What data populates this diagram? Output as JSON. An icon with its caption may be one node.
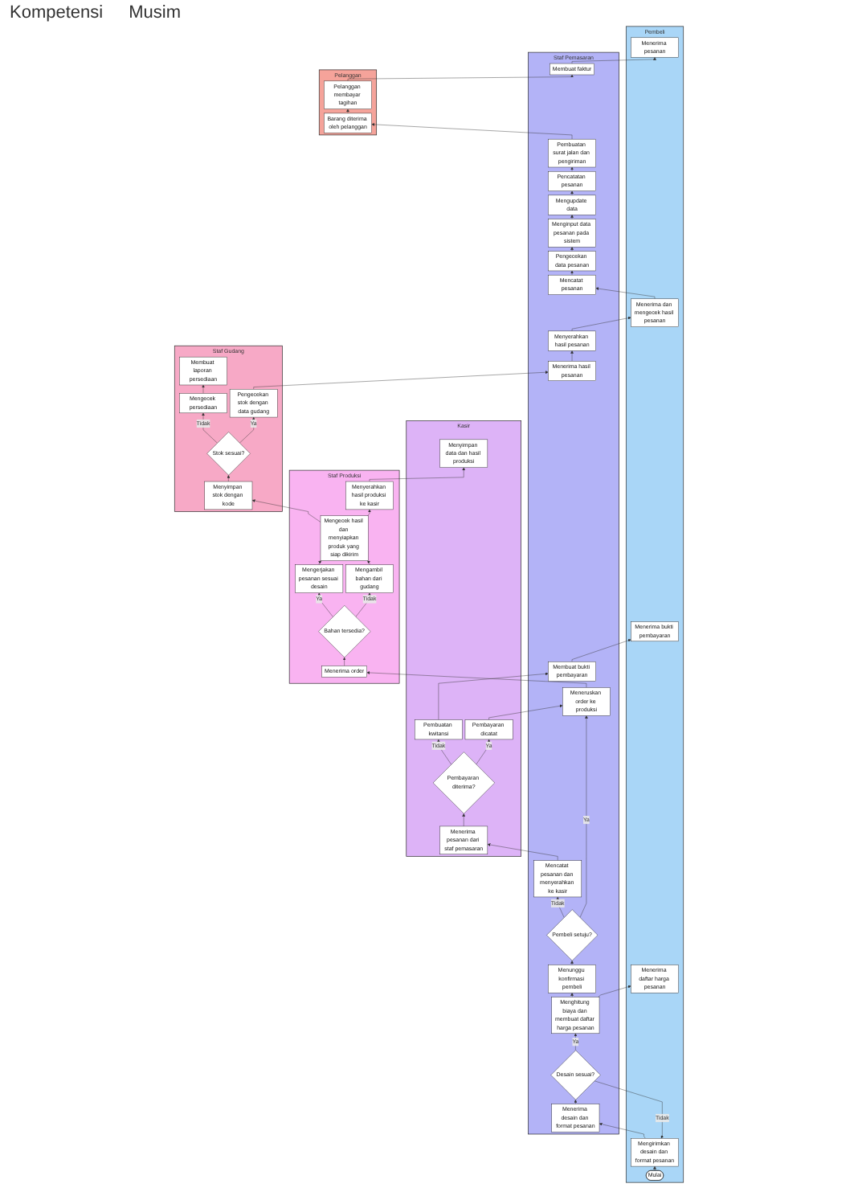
{
  "diagram": {
    "nodes": [
      {
        "text": [
          "Pembeli"
        ]
      },
      {
        "text": [
          "Staf Pemasaran"
        ]
      },
      {
        "text": [
          "Kasir"
        ]
      },
      {
        "text": [
          "Staf Produksi"
        ]
      },
      {
        "text": [
          "Staf Gudang"
        ]
      },
      {
        "text": [
          "Pelanggan"
        ]
      },
      {
        "text": [
          "Mulai"
        ],
        "in": 0
      },
      {
        "text": [
          "Mengirimkan desain dan format pesanan"
        ],
        "in": 0
      },
      {
        "text": [
          "Menerima daftar harga pesanan"
        ],
        "in": 0
      },
      {
        "text": [
          "Menerima bukti pembayaran"
        ],
        "in": 0
      },
      {
        "text": [
          "Menerima dan mengecek hasil pesanan"
        ],
        "in": 0
      },
      {
        "text": [
          "Menerima pesanan"
        ],
        "in": 0
      },
      {
        "text": [
          "Menerima desain dan format pesanan"
        ],
        "in": 1
      },
      {
        "text": [
          "Desain sesuai?"
        ],
        "in": 1
      },
      {
        "text": [
          "Menghitung biaya dan membuat daftar harga pesanan"
        ],
        "in": 1
      },
      {
        "text": [
          "Menunggu konfirmasi pembeli"
        ],
        "in": 1
      },
      {
        "text": [
          "Pembeli setuju?"
        ],
        "in": 1
      },
      {
        "text": [
          "Mencatat pesanan dan menyerahkan ke kasir"
        ],
        "in": 1
      },
      {
        "text": [
          "Meneruskan order ke produksi"
        ],
        "in": 1
      },
      {
        "text": [
          "Membuat bukti pembayaran"
        ],
        "in": 1
      },
      {
        "text": [
          "Menyerahkan hasil pesanan"
        ],
        "in": 1
      },
      {
        "text": [
          "Mencatat pesanan"
        ],
        "in": 1
      },
      {
        "text": [
          "Pengecekan data pesanan"
        ],
        "in": 1
      },
      {
        "text": [
          "Menginput data pesanan pada sistem"
        ],
        "in": 1
      },
      {
        "text": [
          "Mengupdate data"
        ],
        "in": 1
      },
      {
        "text": [
          "Pencatatan pesanan"
        ],
        "in": 1
      },
      {
        "text": [
          "Pembuatan surat jalan dan pengiriman"
        ],
        "in": 1
      },
      {
        "text": [
          "Membuat faktur"
        ],
        "in": 1
      },
      {
        "text": [
          "Menerima hasil pesanan"
        ],
        "in": 1
      },
      {
        "text": [
          "Menerima pesanan dari staf pemasaran"
        ],
        "in": 2
      },
      {
        "text": [
          "Menyimpan data dan hasil produksi"
        ],
        "in": 2
      },
      {
        "text": [
          "Pembayaran diterima?"
        ],
        "in": 2
      },
      {
        "text": [
          "Pembayaran dicatat"
        ],
        "in": 2
      },
      {
        "text": [
          "Pembuatan kwitansi"
        ],
        "in": 2
      },
      {
        "text": [
          "Menerima order"
        ],
        "in": 3
      },
      {
        "text": [
          "Bahan tersedia?"
        ],
        "in": 3
      },
      {
        "text": [
          "Mengambil bahan dari gudang"
        ],
        "in": 3
      },
      {
        "text": [
          "Mengerjakan pesanan sesuai desain"
        ],
        "in": 3
      },
      {
        "text": [
          "Mengecek hasil dan menyiapkan produk yang siap dikirim"
        ],
        "in": 3
      },
      {
        "text": [
          "Menyerahkan hasil produksi ke kasir"
        ],
        "in": 3
      },
      {
        "text": [
          "Pengecekan stok dengan data gudang"
        ],
        "in": 4
      },
      {
        "text": [
          "Mengecek persediaan"
        ],
        "in": 4
      },
      {
        "text": [
          "Membuat laporan persediaan"
        ],
        "in": 4
      },
      {
        "text": [
          "Menyimpan stok dengan kode"
        ],
        "in": 4
      },
      {
        "text": [
          "Stok sesuai?"
        ],
        "in": 4
      },
      {
        "text": [
          "Barang diterima oleh pelanggan"
        ],
        "in": 5
      },
      {
        "text": [
          "Pelanggan membayar tagihan"
        ],
        "in": 5
      }
    ],
    "edges": [
      {
        "from": 6,
        "to": 7,
        "arrow": "to"
      },
      {
        "from": 7,
        "to": 12,
        "arrow": "to"
      },
      {
        "from": 12,
        "to": 13,
        "arrow": "to"
      },
      {
        "from": 13,
        "to": 7,
        "label": "Tidak",
        "arrow": "to"
      },
      {
        "from": 13,
        "to": 14,
        "label": "Ya",
        "arrow": "to"
      },
      {
        "from": 14,
        "to": 8,
        "arrow": "to"
      },
      {
        "from": 14,
        "to": 15,
        "arrow": "to"
      },
      {
        "from": 15,
        "to": 16,
        "arrow": "to"
      },
      {
        "from": 16,
        "to": 18,
        "label": "Ya",
        "arrow": "to"
      },
      {
        "from": 16,
        "to": 17,
        "label": "Tidak",
        "arrow": "to"
      },
      {
        "from": 17,
        "to": 29,
        "arrow": "to"
      },
      {
        "from": 29,
        "to": 31,
        "arrow": "to"
      },
      {
        "from": 31,
        "to": 32,
        "label": "Ya",
        "arrow": "to"
      },
      {
        "from": 31,
        "to": 33,
        "label": "Tidak",
        "arrow": "to"
      },
      {
        "from": 32,
        "to": 18,
        "arrow": "to"
      },
      {
        "from": 18,
        "to": 34,
        "arrow": "to"
      },
      {
        "from": 33,
        "to": 19,
        "arrow": "to"
      },
      {
        "from": 19,
        "to": 9,
        "arrow": "to"
      },
      {
        "from": 34,
        "to": 35,
        "arrow": "to"
      },
      {
        "from": 35,
        "to": 36,
        "label": "Tidak",
        "arrow": "to"
      },
      {
        "from": 35,
        "to": 37,
        "label": "Ya",
        "arrow": "to"
      },
      {
        "from": 37,
        "to": 38,
        "arrow": "to"
      },
      {
        "from": 36,
        "to": 38,
        "arrow": "to"
      },
      {
        "from": 38,
        "to": 39,
        "arrow": "to"
      },
      {
        "from": 39,
        "to": 30,
        "arrow": "to"
      },
      {
        "from": 38,
        "to": 43,
        "arrow": "to"
      },
      {
        "from": 43,
        "to": 44,
        "arrow": "to"
      },
      {
        "from": 44,
        "to": 40,
        "label": "Ya",
        "arrow": "to"
      },
      {
        "from": 44,
        "to": 41,
        "label": "Tidak",
        "arrow": "to"
      },
      {
        "from": 41,
        "to": 42,
        "arrow": "to"
      },
      {
        "from": 40,
        "to": 28,
        "arrow": "to"
      },
      {
        "from": 28,
        "to": 20,
        "arrow": "to"
      },
      {
        "from": 20,
        "to": 10,
        "arrow": "to"
      },
      {
        "from": 10,
        "to": 21,
        "arrow": "to"
      },
      {
        "from": 21,
        "to": 22,
        "arrow": "to"
      },
      {
        "from": 22,
        "to": 23,
        "arrow": "to"
      },
      {
        "from": 23,
        "to": 24,
        "arrow": "to"
      },
      {
        "from": 24,
        "to": 25,
        "arrow": "to"
      },
      {
        "from": 25,
        "to": 26,
        "arrow": "to"
      },
      {
        "from": 26,
        "to": 45,
        "arrow": "to"
      },
      {
        "from": 45,
        "to": 46,
        "arrow": "to"
      },
      {
        "from": 46,
        "to": 27,
        "arrow": "to"
      },
      {
        "from": 27,
        "to": 11,
        "arrow": "to"
      }
    ],
    "labels": [
      "Kompetensi",
      "Musim"
    ]
  }
}
